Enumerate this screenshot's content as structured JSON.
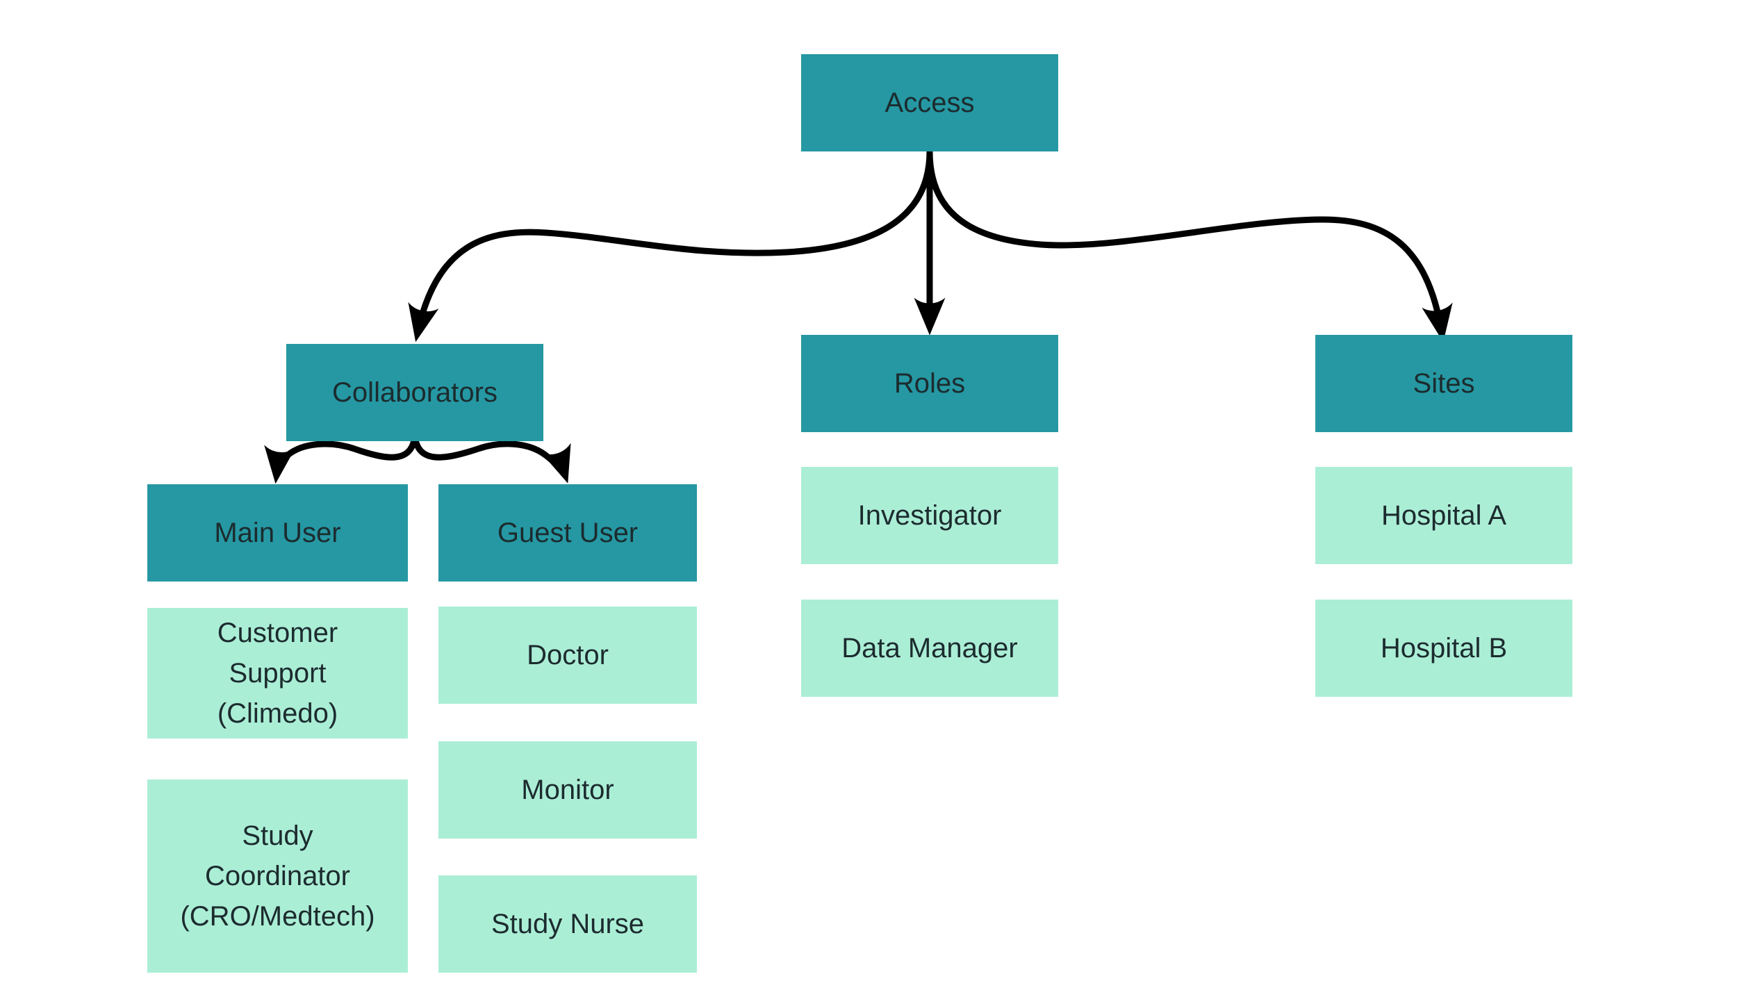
{
  "diagram": {
    "title": "Access structure diagram",
    "colors": {
      "background": "#ffffff",
      "primary_box": "#2598a3",
      "secondary_box": "#abeed6",
      "text": "#1c2b2e",
      "arrow": "#000000"
    },
    "nodes": [
      {
        "id": "access",
        "label": "Access",
        "lines": [
          "Access"
        ],
        "style": "primary"
      },
      {
        "id": "collaborators",
        "label": "Collaborators",
        "lines": [
          "Collaborators"
        ],
        "style": "primary"
      },
      {
        "id": "roles",
        "label": "Roles",
        "lines": [
          "Roles"
        ],
        "style": "primary"
      },
      {
        "id": "sites",
        "label": "Sites",
        "lines": [
          "Sites"
        ],
        "style": "primary"
      },
      {
        "id": "main-user",
        "label": "Main User",
        "lines": [
          "Main User"
        ],
        "style": "primary"
      },
      {
        "id": "guest-user",
        "label": "Guest User",
        "lines": [
          "Guest User"
        ],
        "style": "primary"
      },
      {
        "id": "customer-support",
        "label": "Customer Support (Climedo)",
        "lines": [
          "Customer",
          "Support",
          "(Climedo)"
        ],
        "style": "secondary"
      },
      {
        "id": "study-coordinator",
        "label": "Study Coordinator (CRO/Medtech)",
        "lines": [
          "Study",
          "Coordinator",
          "(CRO/Medtech)"
        ],
        "style": "secondary"
      },
      {
        "id": "doctor",
        "label": "Doctor",
        "lines": [
          "Doctor"
        ],
        "style": "secondary"
      },
      {
        "id": "monitor",
        "label": "Monitor",
        "lines": [
          "Monitor"
        ],
        "style": "secondary"
      },
      {
        "id": "study-nurse",
        "label": "Study Nurse",
        "lines": [
          "Study Nurse"
        ],
        "style": "secondary"
      },
      {
        "id": "investigator",
        "label": "Investigator",
        "lines": [
          "Investigator"
        ],
        "style": "secondary"
      },
      {
        "id": "data-manager",
        "label": "Data Manager",
        "lines": [
          "Data Manager"
        ],
        "style": "secondary"
      },
      {
        "id": "hospital-a",
        "label": "Hospital A",
        "lines": [
          "Hospital A"
        ],
        "style": "secondary"
      },
      {
        "id": "hospital-b",
        "label": "Hospital B",
        "lines": [
          "Hospital B"
        ],
        "style": "secondary"
      }
    ],
    "edges": [
      {
        "from": "access",
        "to": "collaborators"
      },
      {
        "from": "access",
        "to": "roles"
      },
      {
        "from": "access",
        "to": "sites"
      },
      {
        "from": "collaborators",
        "to": "main-user"
      },
      {
        "from": "collaborators",
        "to": "guest-user"
      }
    ]
  }
}
